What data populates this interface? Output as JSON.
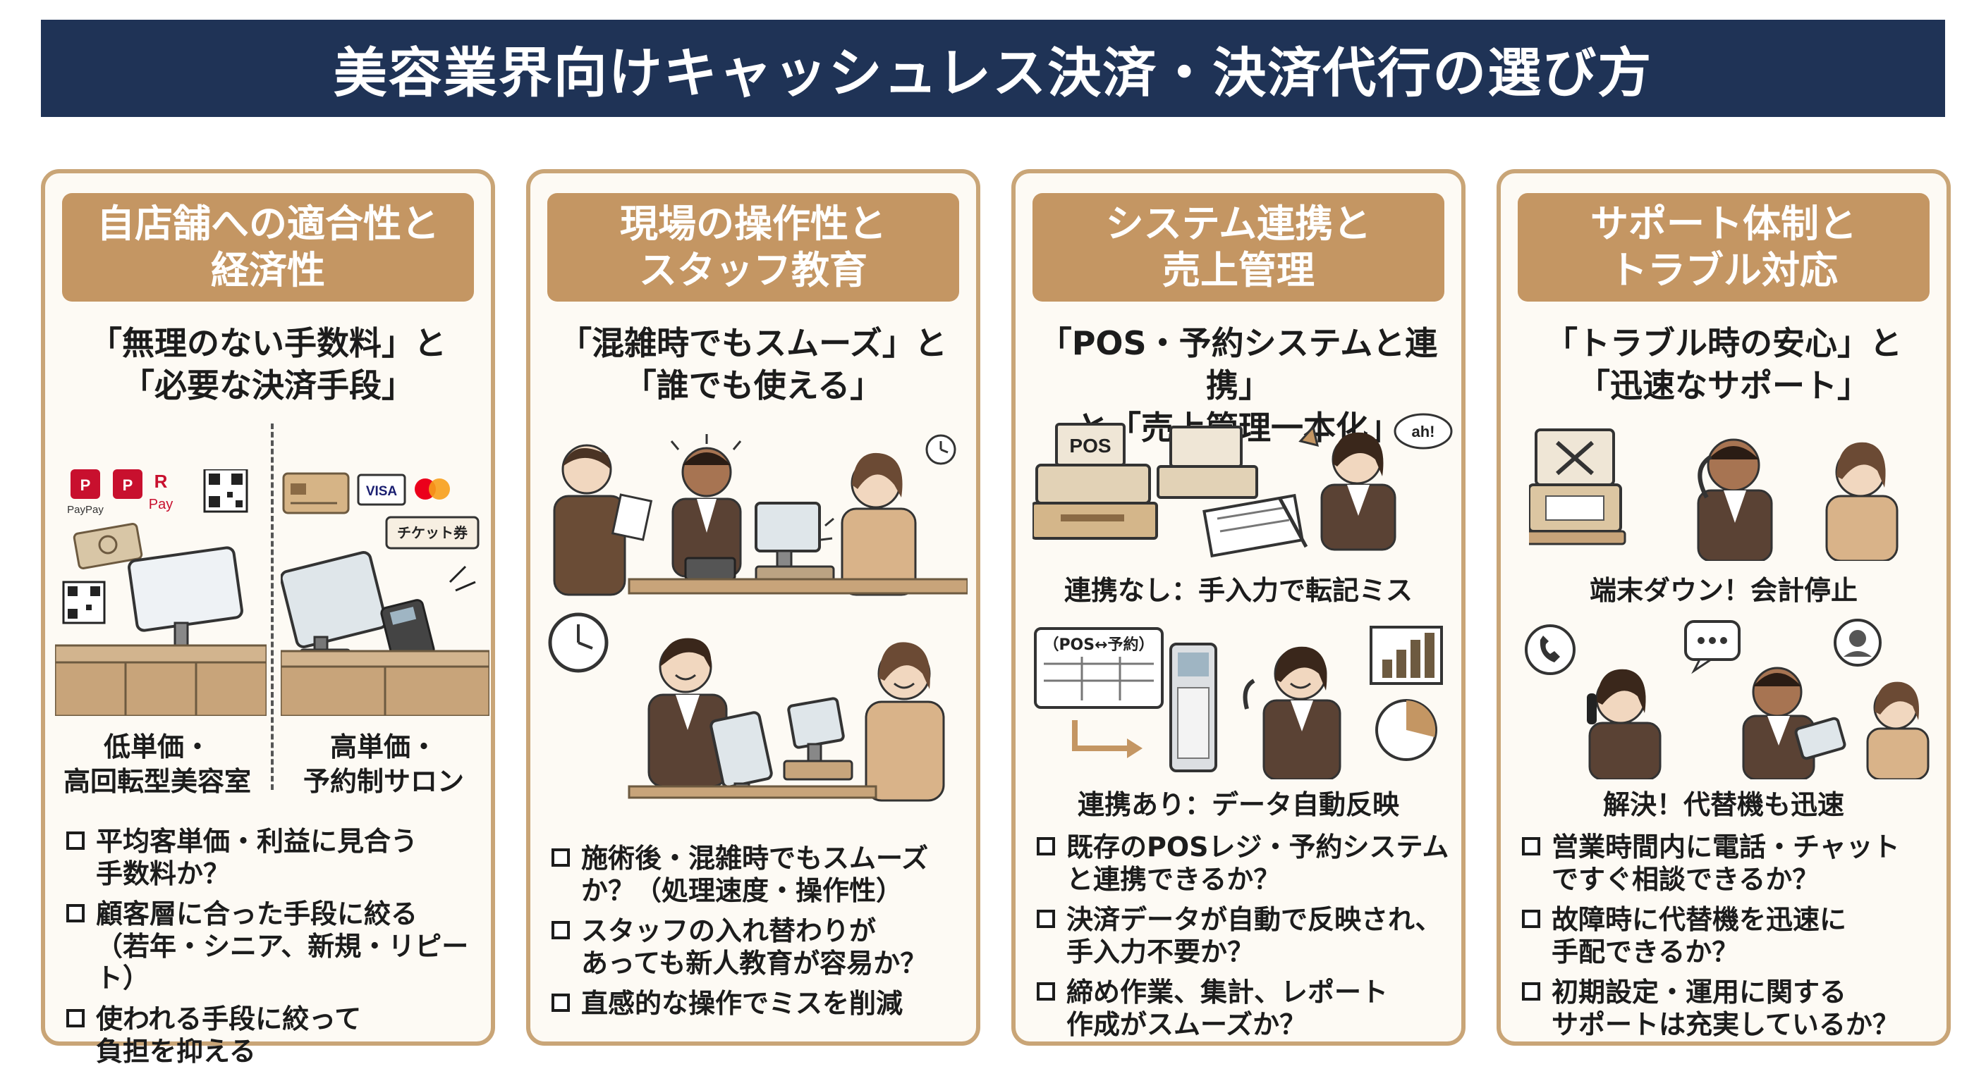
{
  "title": "美容業界向けキャッシュレス決済・決済代行の選び方",
  "colors": {
    "navy": "#1f3356",
    "tan": "#c49663",
    "border": "#c9a577",
    "skin": "#f1d7bf",
    "vest": "#5a4234"
  },
  "cards": [
    {
      "heading": [
        "自店舗への適合性と",
        "経済性"
      ],
      "sub": [
        "「無理のない手数料」と",
        "「必要な決済手段」"
      ],
      "left_caption": [
        "低単価・",
        "高回転型美容室"
      ],
      "right_caption": [
        "高単価・",
        "予約制サロン"
      ],
      "icon_labels": {
        "paypay": "PayPay",
        "rakuten_pay": "Pay",
        "visa": "VISA",
        "ticket": "チケット券"
      },
      "checks": [
        [
          "平均客単価・利益に見合う",
          "手数料か？"
        ],
        [
          "顧客層に合った手段に絞る",
          "（若年・シニア、新規・リピート）"
        ],
        [
          "使われる手段に絞って",
          "負担を抑える"
        ]
      ]
    },
    {
      "heading": [
        "現場の操作性と",
        "スタッフ教育"
      ],
      "sub": [
        "「混雑時でもスムーズ」と",
        "「誰でも使える」"
      ],
      "checks": [
        [
          "施術後・混雑時でもスムーズ",
          "か？（処理速度・操作性）"
        ],
        [
          "スタッフの入れ替わりが",
          "あっても新人教育が容易か？"
        ],
        [
          "直感的な操作でミスを削減"
        ]
      ]
    },
    {
      "heading": [
        "システム連携と",
        "売上管理"
      ],
      "sub": [
        "「POS・予約システムと連携」",
        "と「売上管理一本化」"
      ],
      "caption_top": "連携なし：手入力で転記ミス",
      "caption_bottom": "連携あり：データ自動反映",
      "icon_labels": {
        "pos": "POS",
        "ah": "ah!",
        "screen": "（POS↔予約）"
      },
      "checks": [
        [
          "既存のPOSレジ・予約システム",
          "と連携できるか？"
        ],
        [
          "決済データが自動で反映され、",
          "手入力不要か？"
        ],
        [
          "締め作業、集計、レポート",
          "作成がスムーズか？"
        ]
      ]
    },
    {
      "heading": [
        "サポート体制と",
        "トラブル対応"
      ],
      "sub": [
        "「トラブル時の安心」と",
        "「迅速なサポート」"
      ],
      "caption_top": "端末ダウン！会計停止",
      "caption_bottom": "解決！代替機も迅速",
      "checks": [
        [
          "営業時間内に電話・チャット",
          "ですぐ相談できるか？"
        ],
        [
          "故障時に代替機を迅速に",
          "手配できるか？"
        ],
        [
          "初期設定・運用に関する",
          "サポートは充実しているか？"
        ]
      ]
    }
  ]
}
